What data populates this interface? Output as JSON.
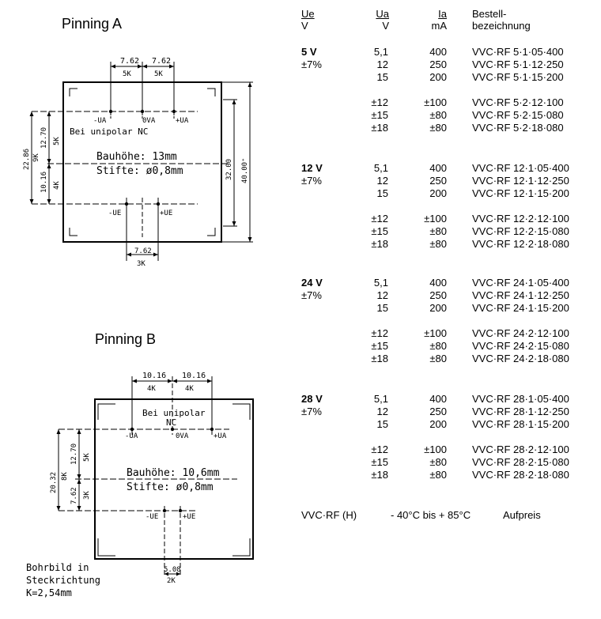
{
  "pinning_a": {
    "title": "Pinning A",
    "dims_top": [
      "7.62",
      "7.62"
    ],
    "dims_top_sub": [
      "5K",
      "5K"
    ],
    "pins_top": [
      "-UA",
      "0VA",
      "+UA"
    ],
    "pins_bottom": [
      "-UE",
      "+UE"
    ],
    "note": "Bei unipolar NC",
    "height_text": "Bauhöhe: 13mm",
    "pin_text": "Stifte: ø0,8mm",
    "dim_left_outer": "22.86",
    "dim_left_outer_sub": "9K",
    "dim_left_upper": "12.70",
    "dim_left_upper_sub": "5K",
    "dim_left_lower": "10.16",
    "dim_left_lower_sub": "4K",
    "dim_right_inner": "32.00",
    "dim_right_outer": "40.00⁺",
    "dim_bottom": "7.62",
    "dim_bottom_sub": "3K"
  },
  "pinning_b": {
    "title": "Pinning B",
    "dims_top": [
      "10.16",
      "10.16"
    ],
    "dims_top_sub": [
      "4K",
      "4K"
    ],
    "note_line1": "Bei unipolar",
    "note_line2": "NC",
    "pins_top": [
      "-UA",
      "0VA",
      "+UA"
    ],
    "pins_bottom": [
      "-UE",
      "+UE"
    ],
    "height_text": "Bauhöhe: 10,6mm",
    "pin_text": "Stifte: ø0,8mm",
    "dim_left_outer": "20.32",
    "dim_left_outer_sub": "8K",
    "dim_left_upper": "12.70",
    "dim_left_upper_sub": "5K",
    "dim_left_lower": "7.62",
    "dim_left_lower_sub": "3K",
    "dim_bottom": "5.08",
    "dim_bottom_sub": "2K"
  },
  "bohrbild": [
    "Bohrbild in",
    "Steckrichtung",
    "K=2,54mm"
  ],
  "table": {
    "headers": {
      "ue": "Ue",
      "ue_unit": "V",
      "ua": "Ua",
      "ua_unit": "V",
      "ia": "Ia",
      "ia_unit": "mA",
      "best1": "Bestell-",
      "best2": "bezeichnung"
    },
    "groups": [
      {
        "ue": "5 V",
        "tol": "±7%",
        "rows": [
          [
            "5,1",
            "400",
            "VVC·RF  5·1·05·400"
          ],
          [
            "12",
            "250",
            "VVC·RF  5·1·12·250"
          ],
          [
            "15",
            "200",
            "VVC·RF  5·1·15·200"
          ],
          [
            "±12",
            "±100",
            "VVC·RF  5·2·12·100"
          ],
          [
            "±15",
            "±80",
            "VVC·RF  5·2·15·080"
          ],
          [
            "±18",
            "±80",
            "VVC·RF  5·2·18·080"
          ]
        ]
      },
      {
        "ue": "12 V",
        "tol": "±7%",
        "rows": [
          [
            "5,1",
            "400",
            "VVC·RF  12·1·05·400"
          ],
          [
            "12",
            "250",
            "VVC·RF  12·1·12·250"
          ],
          [
            "15",
            "200",
            "VVC·RF  12·1·15·200"
          ],
          [
            "±12",
            "±100",
            "VVC·RF  12·2·12·100"
          ],
          [
            "±15",
            "±80",
            "VVC·RF  12·2·15·080"
          ],
          [
            "±18",
            "±80",
            "VVC·RF  12·2·18·080"
          ]
        ]
      },
      {
        "ue": "24 V",
        "tol": "±7%",
        "rows": [
          [
            "5,1",
            "400",
            "VVC·RF  24·1·05·400"
          ],
          [
            "12",
            "250",
            "VVC·RF  24·1·12·250"
          ],
          [
            "15",
            "200",
            "VVC·RF  24·1·15·200"
          ],
          [
            "±12",
            "±100",
            "VVC·RF  24·2·12·100"
          ],
          [
            "±15",
            "±80",
            "VVC·RF  24·2·15·080"
          ],
          [
            "±18",
            "±80",
            "VVC·RF  24·2·18·080"
          ]
        ]
      },
      {
        "ue": "28 V",
        "tol": "±7%",
        "rows": [
          [
            "5,1",
            "400",
            "VVC·RF  28·1·05·400"
          ],
          [
            "12",
            "250",
            "VVC·RF  28·1·12·250"
          ],
          [
            "15",
            "200",
            "VVC·RF  28·1·15·200"
          ],
          [
            "±12",
            "±100",
            "VVC·RF  28·2·12·100"
          ],
          [
            "±15",
            "±80",
            "VVC·RF  28·2·15·080"
          ],
          [
            "±18",
            "±80",
            "VVC·RF  28·2·18·080"
          ]
        ]
      }
    ],
    "footnote": {
      "model": "VVC·RF (H)",
      "range": "- 40°C bis + 85°C",
      "extra": "Aufpreis"
    }
  }
}
